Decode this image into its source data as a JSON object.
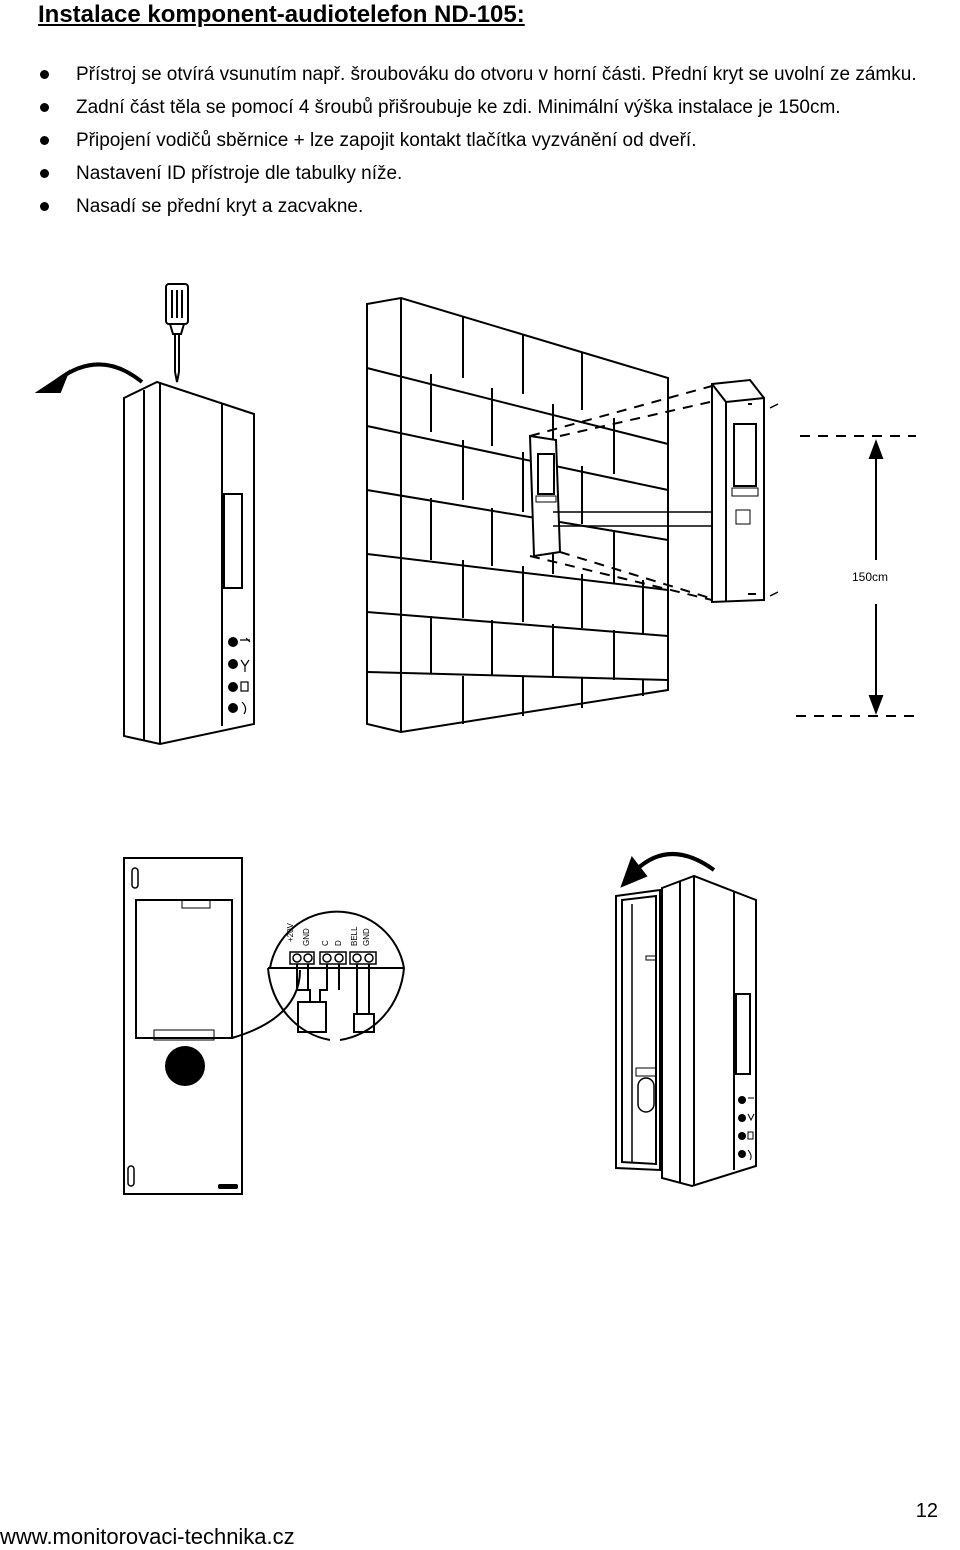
{
  "heading": "Instalace komponent-audiotelefon ND-105:",
  "steps": [
    "Přístroj se otvírá vsunutím např. šroubováku do otvoru v horní části. Přední kryt se uvolní ze zámku.",
    "Zadní část těla se pomocí 4 šroubů přišroubuje ke zdi. Minimální výška instalace je 150cm.",
    "Připojení vodičů sběrnice + lze zapojit kontakt tlačítka vyzvánění od dveří.",
    "Nastavení ID přístroje dle tabulky níže.",
    "Nasadí se přední kryt a zacvakne."
  ],
  "figure": {
    "height_label": "150cm",
    "terminals": [
      "+20V",
      "GND",
      "C",
      "D",
      "BELL",
      "GND"
    ]
  },
  "page_number": "12",
  "footer_url": "www.monitorovaci-technika.cz"
}
